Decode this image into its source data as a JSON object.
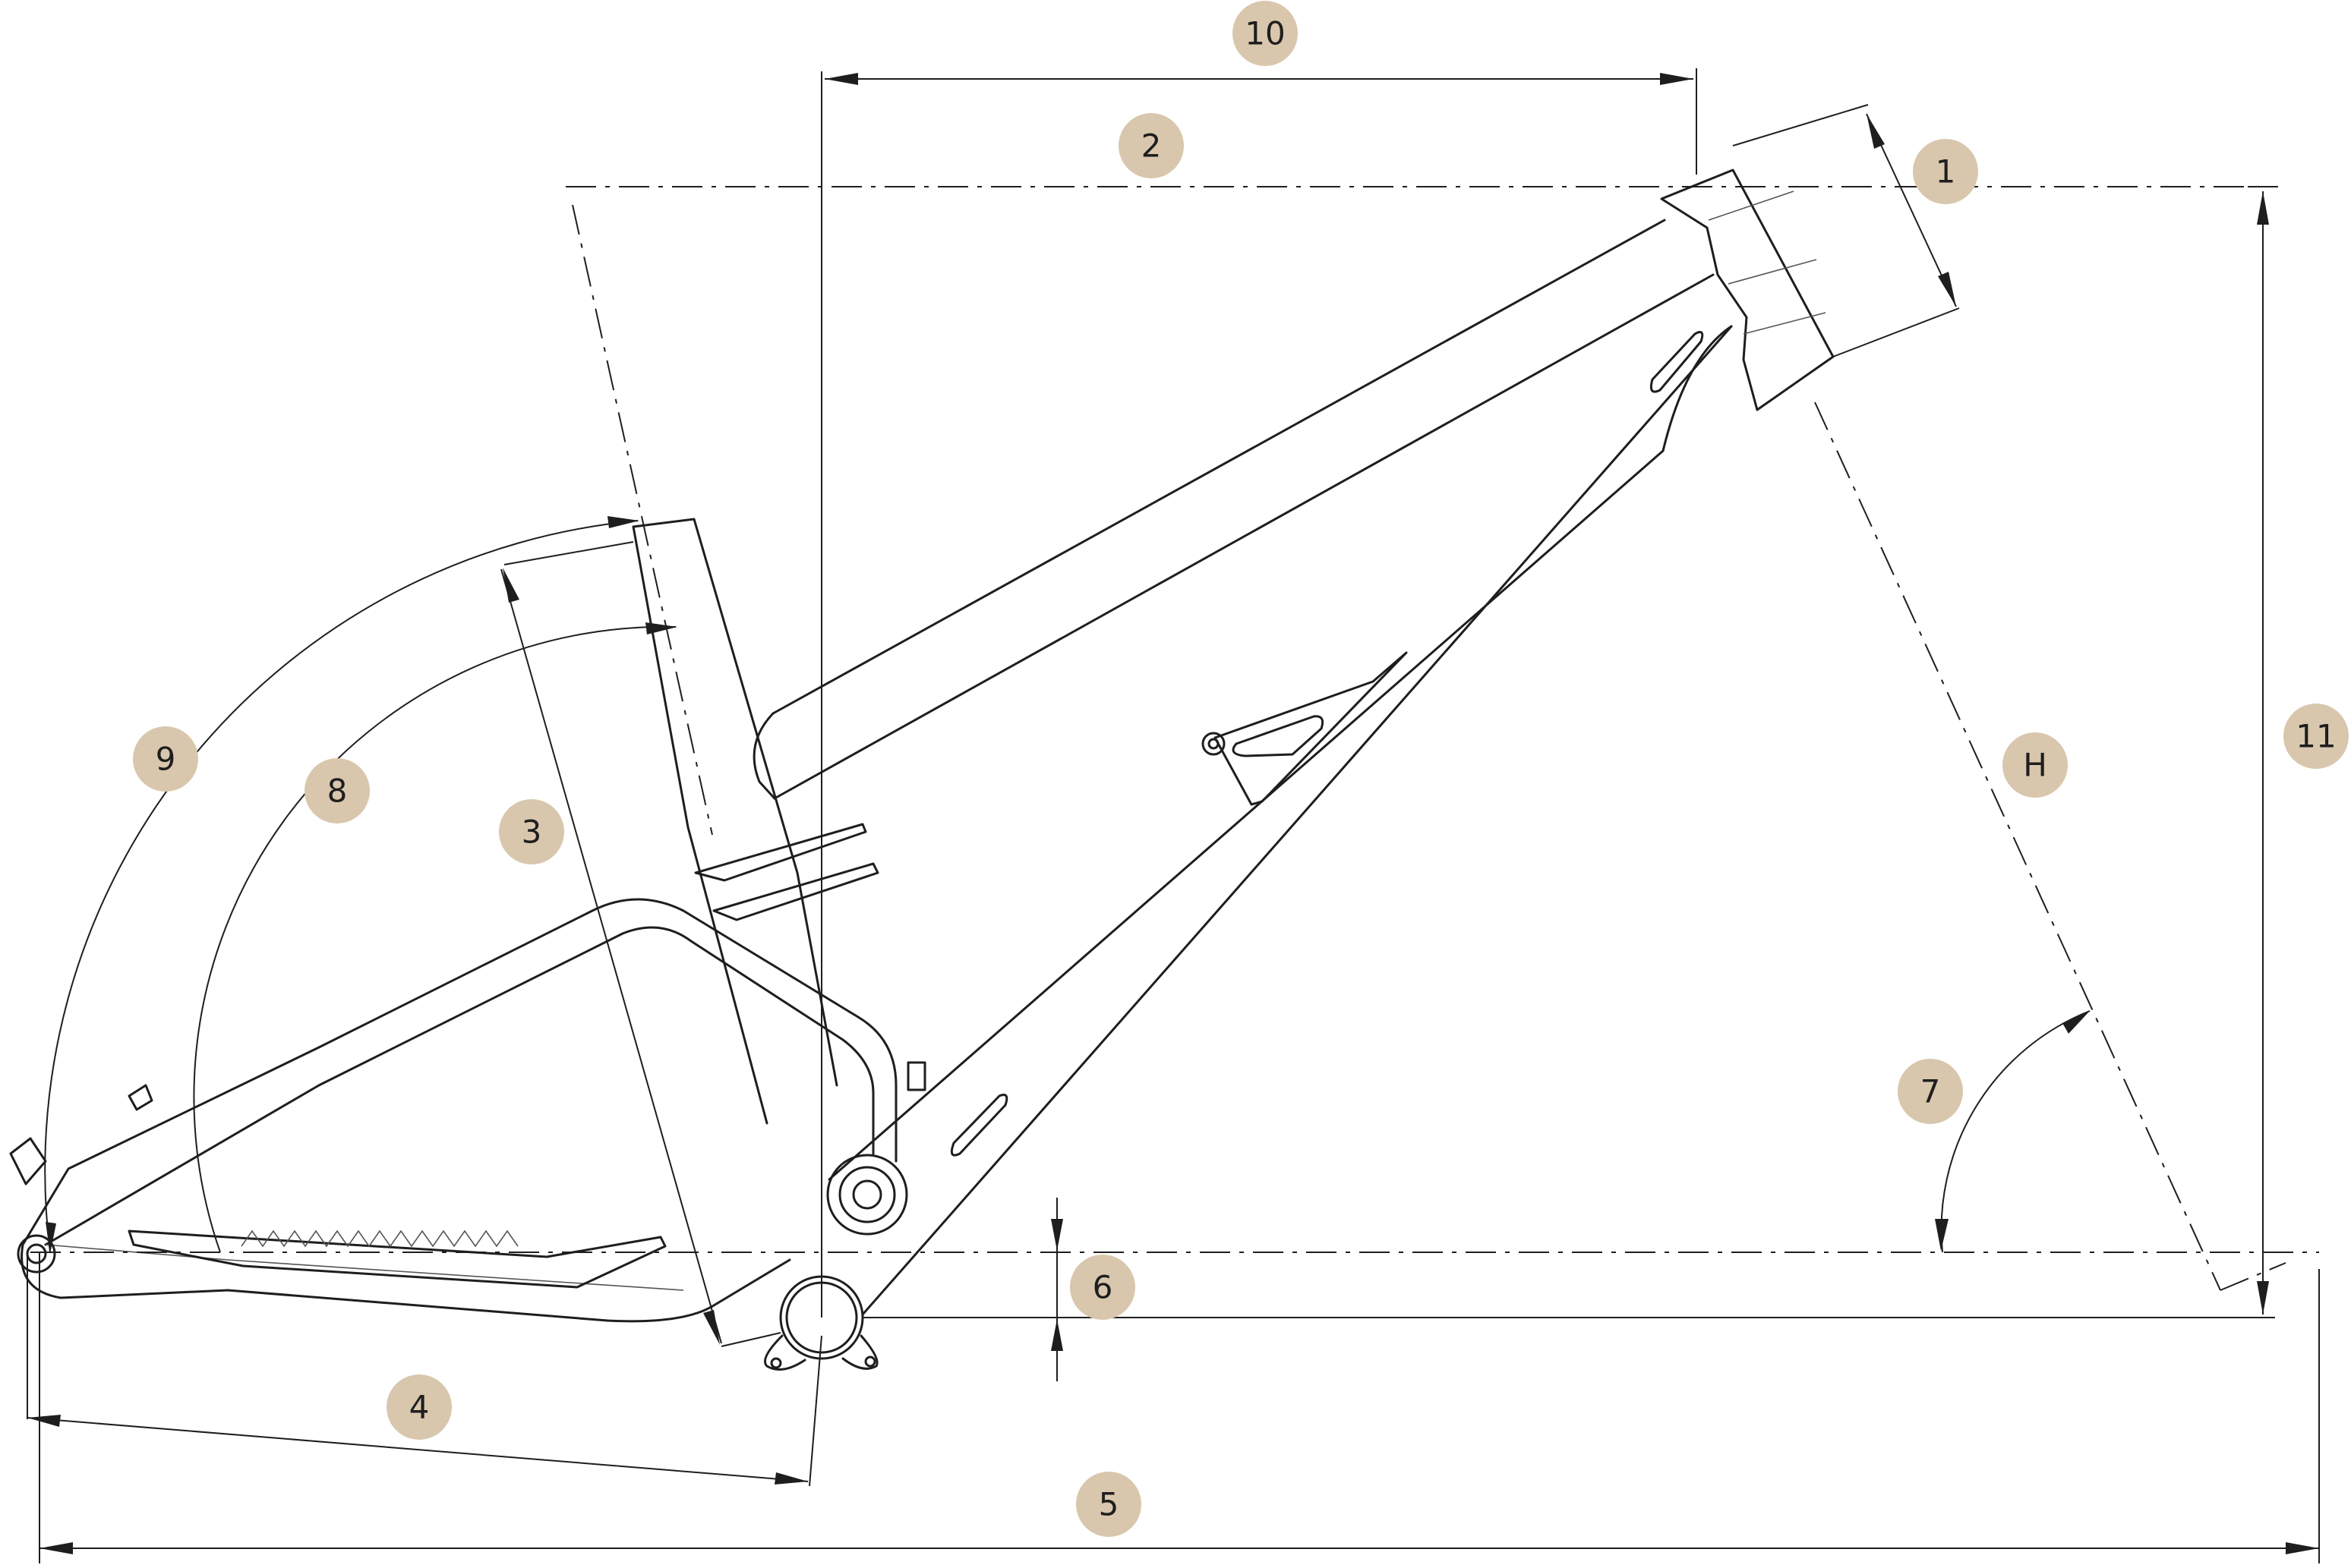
{
  "colors": {
    "badge": "#d8c7ad",
    "line": "#1e1e1e",
    "background": "#ffffff"
  },
  "labels": {
    "m1": "1",
    "m2": "2",
    "m3": "3",
    "m4": "4",
    "m5": "5",
    "m6": "6",
    "m7": "7",
    "m8": "8",
    "m9": "9",
    "m10": "10",
    "m11": "11",
    "mH": "H"
  }
}
